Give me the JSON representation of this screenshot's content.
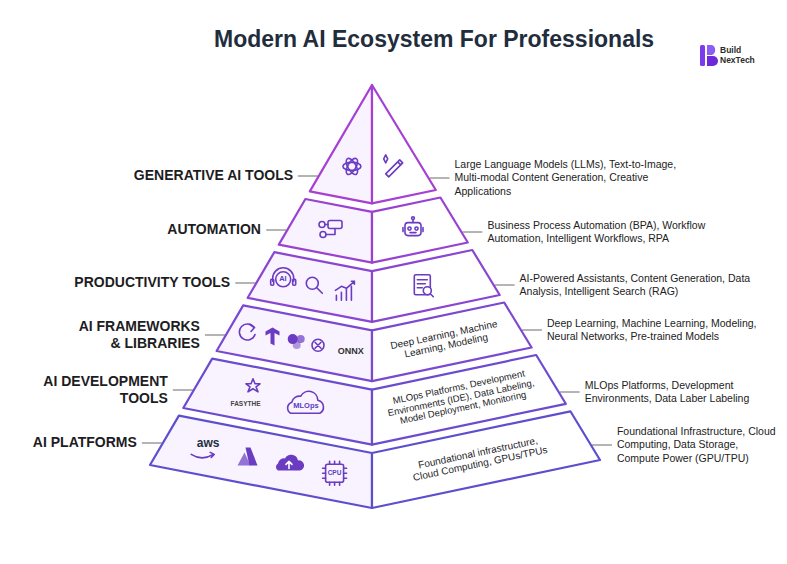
{
  "diagram": {
    "title": "Modern AI Ecosystem For Professionals",
    "nodes": [
      {
        "text": [
          "GENERATIVE AI TOOLS",
          "Large Language Models (LLMs), Text-to-Image, Multi-modal Content Generation, Creative Applications"
        ]
      },
      {
        "text": [
          "AUTOMATION",
          "Business Process Automation (BPA), Workflow Automation, Intelligent Workflows, RPA"
        ]
      },
      {
        "text": [
          "PRODUCTIVITY TOOLS",
          "AI-Powered Assistants, Content Generation, Data Analysis, Intelligent Search (RAG)"
        ]
      },
      {
        "text": [
          "AI FRAMEWORKS & LIBRARIES",
          "Deep Learning, Machine Learning, Modeling, Neural Networks, Pre-trained Models",
          "Deep Learning, Machine Learning, Modeling"
        ]
      },
      {
        "text": [
          "AI DEVELOPMENT TOOLS",
          "MLOps Platforms, Development Environments, Data Laber Labeling",
          "MLOps Platforms, Development Environments (IDE), Data Labeling, Model Deployment, Monitoring"
        ]
      },
      {
        "text": [
          "AI PLATFORMS",
          "Foundational Infrastructure, Cloud Computing, Data Storage, Compute Power (GPU/TPU)",
          "Foundational infrastructure, Cloud Computing, GPUs/TPUs"
        ]
      }
    ],
    "labels": [
      "Build NexTech",
      "AI",
      "ONNX",
      "FASYTHE",
      "MLOps",
      "aws",
      "CPU"
    ]
  }
}
